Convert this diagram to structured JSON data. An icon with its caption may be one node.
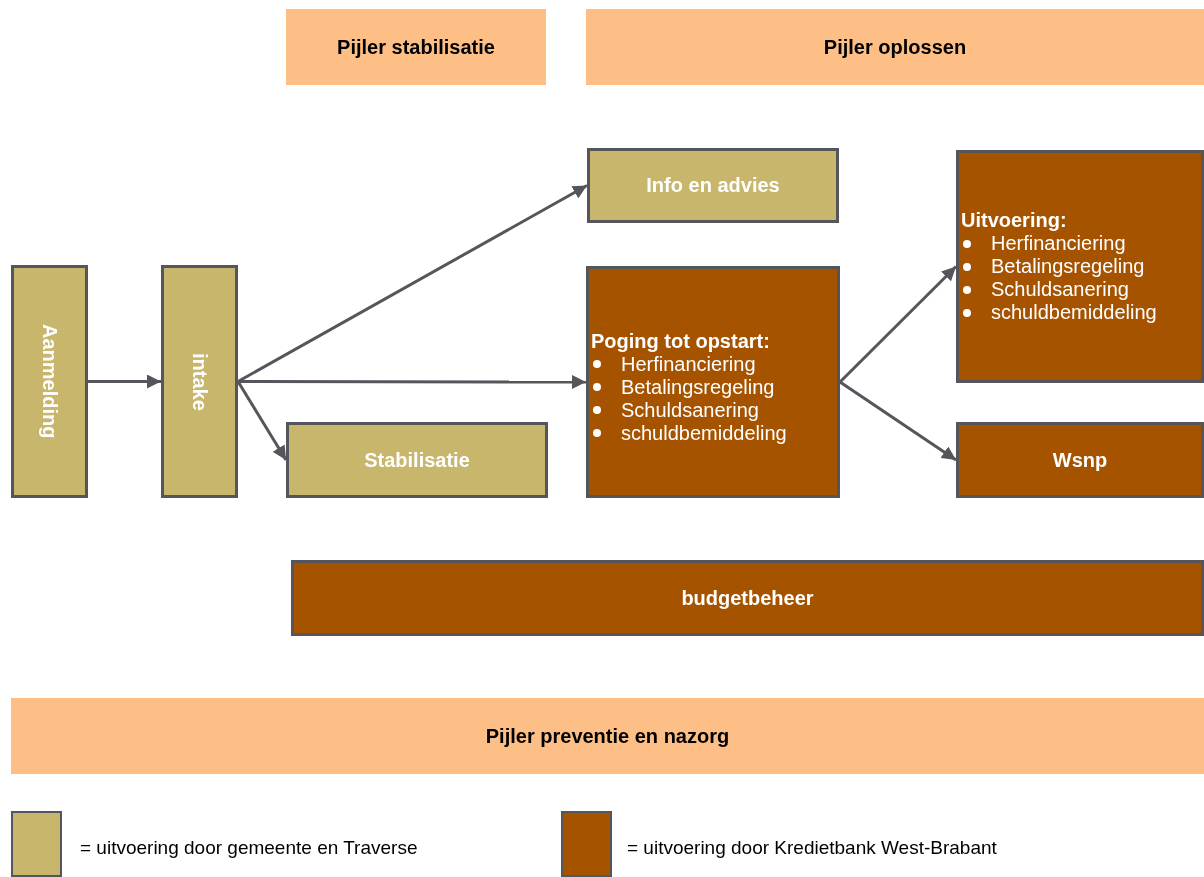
{
  "diagram": {
    "nodes": [
      {
        "text": [
          "Pijler stabilisatie"
        ]
      },
      {
        "text": [
          "Pijler oplossen"
        ]
      },
      {
        "text": [
          "Aanmelding"
        ]
      },
      {
        "text": [
          "intake"
        ]
      },
      {
        "text": [
          "Info en advies"
        ]
      },
      {
        "text": [
          "Poging tot opstart:",
          "Herfinanciering",
          "Betalingsregeling",
          "Schuldsanering",
          "schuldbemiddeling"
        ]
      },
      {
        "text": [
          "Stabilisatie"
        ]
      },
      {
        "text": [
          "Uitvoering:",
          "Herfinanciering",
          "Betalingsregeling",
          "Schuldsanering",
          "schuldbemiddeling"
        ]
      },
      {
        "text": [
          "Wsnp"
        ]
      },
      {
        "text": [
          "budgetbeheer"
        ]
      },
      {
        "text": [
          "Pijler preventie en nazorg"
        ]
      }
    ],
    "edges": [
      {
        "from": 2,
        "to": 3,
        "arrow": "to"
      },
      {
        "from": 3,
        "to": 4,
        "arrow": "to"
      },
      {
        "from": 3,
        "to": 5,
        "arrow": "to"
      },
      {
        "from": 3,
        "to": 6,
        "arrow": "to"
      },
      {
        "from": 5,
        "to": 7,
        "arrow": "to"
      },
      {
        "from": 5,
        "to": 8,
        "arrow": "to"
      }
    ],
    "legend": [
      {
        "text": "= uitvoering door gemeente en Traverse",
        "color": "#c9b66d"
      },
      {
        "text": "= uitvoering door Kredietbank West-Brabant",
        "color": "#a65300"
      }
    ]
  }
}
